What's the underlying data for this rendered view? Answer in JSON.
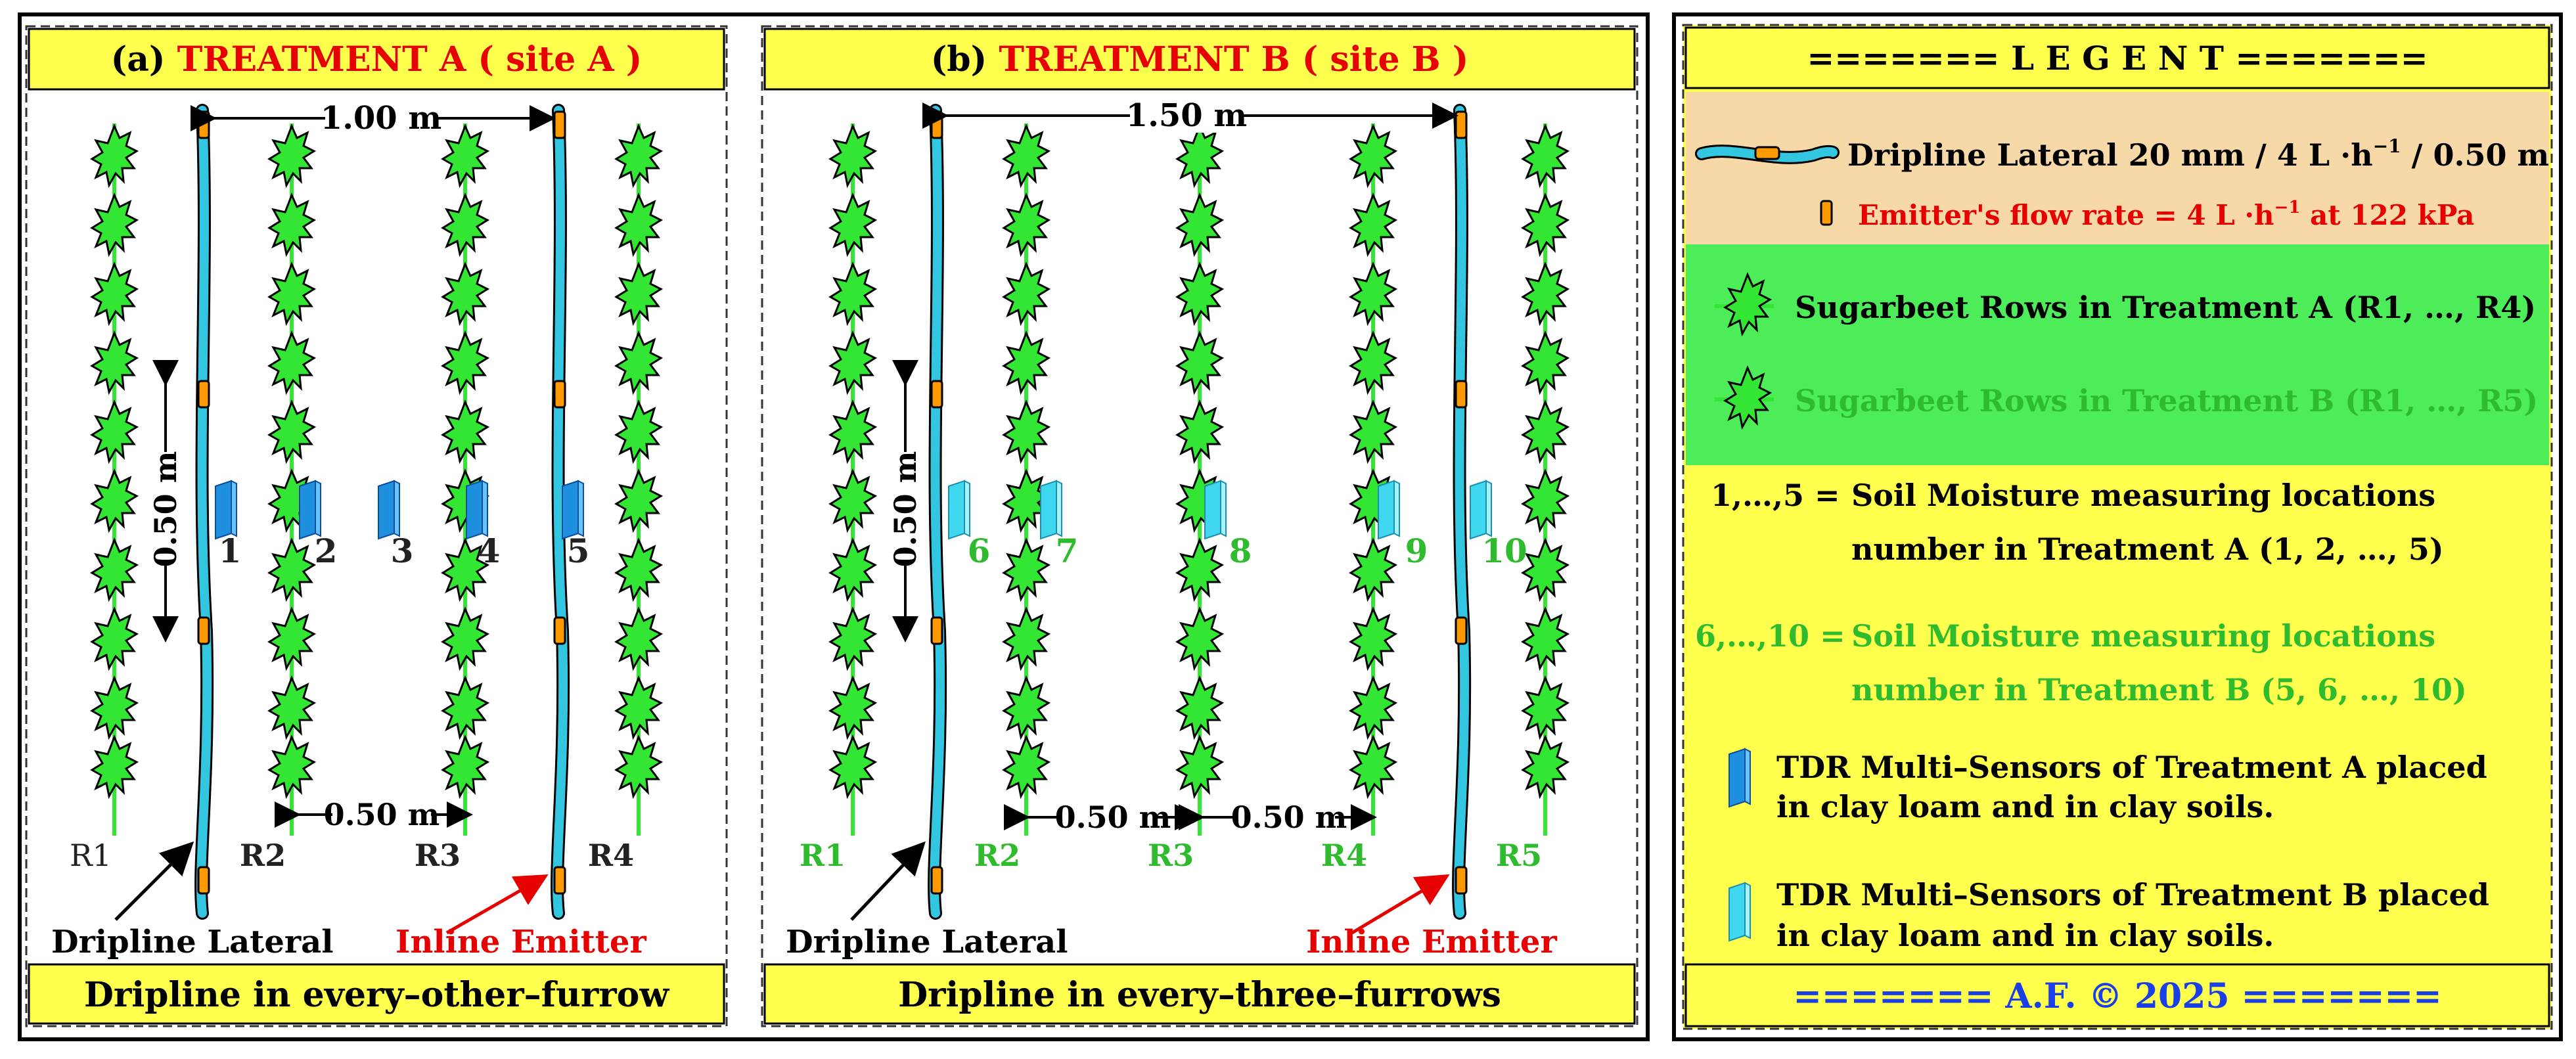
{
  "panel_a": {
    "label_prefix": "(a)",
    "title": "TREATMENT A ( site A )",
    "footer": "Dripline in every–other–furrow",
    "spacing_laterals": "1.00 m",
    "spacing_rows": "0.50 m",
    "spacing_plants": "0.50 m",
    "rows": [
      "R1",
      "R2",
      "R3",
      "R4"
    ],
    "sensors": [
      "1",
      "2",
      "3",
      "4",
      "5"
    ],
    "dripline_label": "Dripline Lateral",
    "emitter_label": "Inline Emitter"
  },
  "panel_b": {
    "label_prefix": "(b)",
    "title": "TREATMENT B ( site B )",
    "footer": "Dripline in every–three–furrows",
    "spacing_laterals": "1.50 m",
    "spacing_rows_1": "0.50 m",
    "spacing_rows_2": "0.50 m",
    "spacing_plants": "0.50 m",
    "rows": [
      "R1",
      "R2",
      "R3",
      "R4",
      "R5"
    ],
    "sensors": [
      "6",
      "7",
      "8",
      "9",
      "10"
    ],
    "dripline_label": "Dripline Lateral",
    "emitter_label": "Inline Emitter"
  },
  "legend": {
    "title": "======= L E G E N T =======",
    "dripline": "Dripline Lateral 20 mm / 4 L ·h",
    "dripline_sup": "−1",
    "dripline_tail": " / 0.50 m",
    "emitter": "Emitter's flow rate = 4 L ·h",
    "emitter_sup": "−1",
    "emitter_tail": " at 122 kPa",
    "rows_a": "Sugarbeet Rows in Treatment A (R1, …, R4)",
    "rows_b": "Sugarbeet Rows in Treatment B (R1, …, R5)",
    "loc_a_key": "1,…,5 =",
    "loc_a_line1": "Soil Moisture measuring locations",
    "loc_a_line2": "number in Treatment A (1, 2, …, 5)",
    "loc_b_key": "6,…,10 =",
    "loc_b_line1": "Soil Moisture measuring locations",
    "loc_b_line2": "number in Treatment B (5, 6, …, 10)",
    "tdr_a_line1": "TDR Multi–Sensors of Treatment A placed",
    "tdr_a_line2": "in clay loam and in clay soils.",
    "tdr_b_line1": "TDR Multi–Sensors of Treatment B placed",
    "tdr_b_line2": "in clay loam and in clay soils.",
    "footer": "======= A.F. © 2025 ======="
  },
  "colors": {
    "panel_yellow": "#ffff4d",
    "dark_blue_sensor": "#1f8fe0",
    "light_blue_sensor": "#3fd8f0",
    "lateral": "#33c6e0",
    "emitter": "#ff9900",
    "plant": "#33e633",
    "title_red": "#e60000",
    "legend_green": "#2ebb2e",
    "legend_green_band": "#4ded5a",
    "legend_peach": "#f7d9a8",
    "footer_blue": "#1a3fe6"
  }
}
